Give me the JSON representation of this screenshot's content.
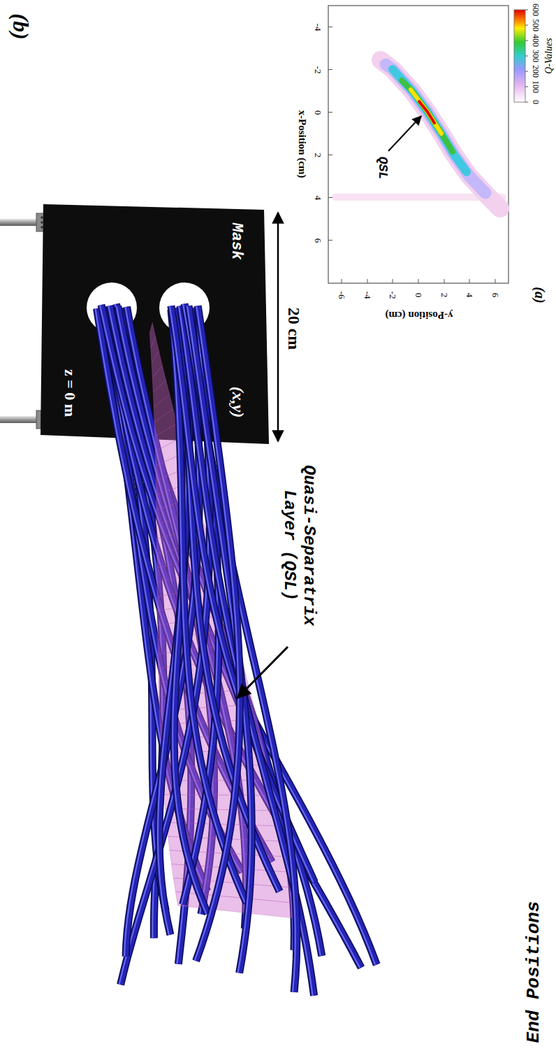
{
  "diagram": {
    "labels": [
      "(b)",
      "z = 0 m",
      "(x,y)",
      "Mask",
      "20 cm",
      "Quasi-Separatrix Layer (QSL)",
      "End Positions",
      "(a)",
      "Q-Values",
      "600",
      "500",
      "400",
      "300",
      "200",
      "100",
      "0",
      "QSL",
      "x-Position (cm)",
      "-4",
      "-2",
      "0",
      "2",
      "4",
      "6",
      "y-Position (cm)",
      "6",
      "4",
      "2",
      "0",
      "-2",
      "-4",
      "-6"
    ]
  }
}
